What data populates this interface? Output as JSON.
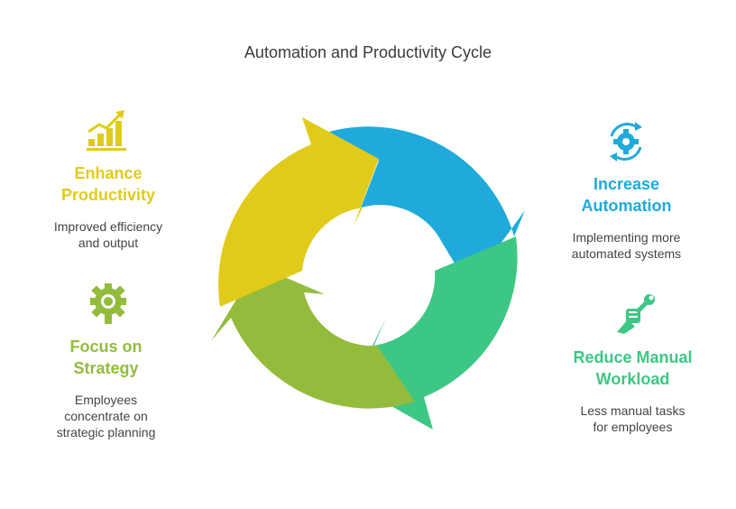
{
  "title": "Automation and Productivity Cycle",
  "colors": {
    "yellow": "#E0CB1A",
    "blue": "#1FAADB",
    "teal": "#3DC784",
    "olive": "#93BC3C"
  },
  "steps": [
    {
      "heading_line1": "Enhance",
      "heading_line2": "Productivity",
      "desc_line1": "Improved efficiency",
      "desc_line2": "and output",
      "icon": "growth-chart-icon"
    },
    {
      "heading_line1": "Increase",
      "heading_line2": "Automation",
      "desc_line1": "Implementing more",
      "desc_line2": "automated systems",
      "icon": "gear-cycle-icon"
    },
    {
      "heading_line1": "Reduce Manual",
      "heading_line2": "Workload",
      "desc_line1": "Less manual tasks",
      "desc_line2": "for employees",
      "icon": "hand-wrench-icon"
    },
    {
      "heading_line1": "Focus on",
      "heading_line2": "Strategy",
      "desc_line1": "Employees",
      "desc_line2": "concentrate on",
      "desc_line3": "strategic planning",
      "icon": "idea-gear-icon"
    }
  ]
}
